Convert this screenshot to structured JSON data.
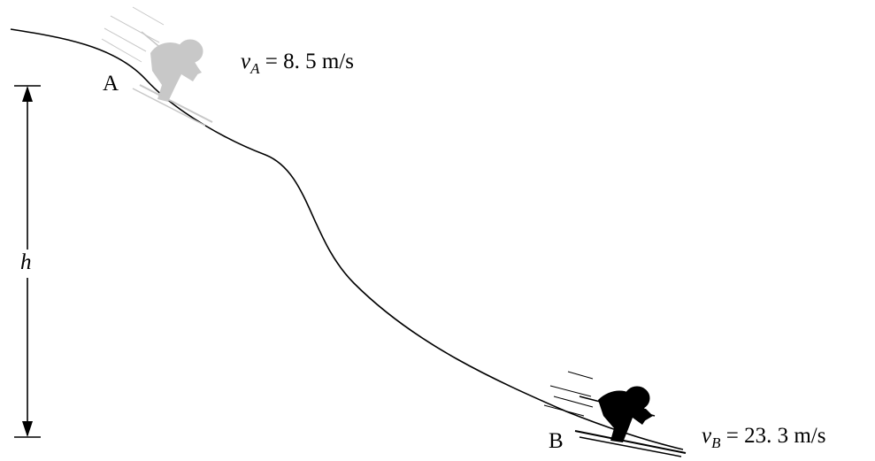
{
  "point_a": {
    "label": "A"
  },
  "point_b": {
    "label": "B"
  },
  "height": {
    "label": "h"
  },
  "velocity_a": {
    "symbol": "v",
    "subscript": "A",
    "value": "= 8. 5 m/s"
  },
  "velocity_b": {
    "symbol": "v",
    "subscript": "B",
    "value": "= 23. 3 m/s"
  },
  "colors": {
    "skier_a": "#c8c8c8",
    "skier_b": "#000000",
    "slope": "#000000"
  }
}
